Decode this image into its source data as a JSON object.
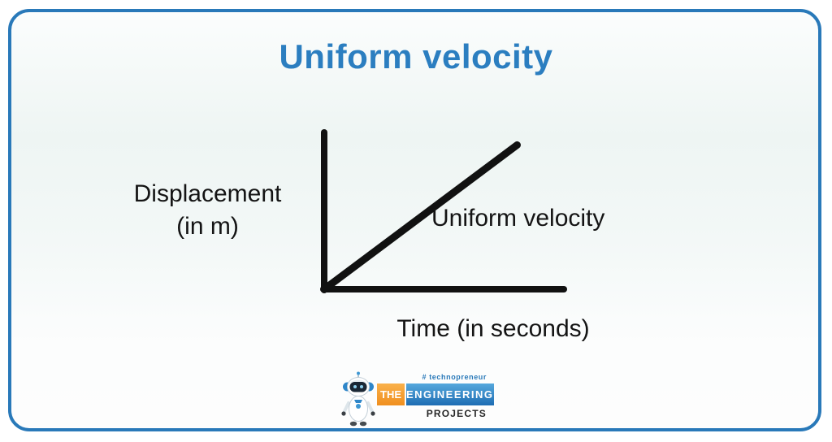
{
  "page": {
    "title": "Uniform velocity"
  },
  "chart_data": {
    "type": "line",
    "title": "Uniform velocity",
    "xlabel": "Time (in seconds)",
    "ylabel": "Displacement (in m)",
    "ylabel_line1": "Displacement",
    "ylabel_line2": "(in m)",
    "axes_unlabeled": true,
    "grid": false,
    "legend_position": "inline-annotation",
    "annotation": "Uniform velocity",
    "relationship": "displacement increases linearly with time (constant slope through origin)",
    "series": [
      {
        "name": "Uniform velocity",
        "x_normalized": [
          0,
          0.805
        ],
        "y_normalized": [
          0,
          0.92
        ]
      }
    ],
    "axis_color": "#111111",
    "line_color": "#111111"
  },
  "logo": {
    "tagline": "# technopreneur",
    "word_the": "THE",
    "word_engineering": "ENGINEERING",
    "word_projects": "PROJECTS",
    "robot_icon": "robot-mascot-icon"
  },
  "colors": {
    "accent_blue": "#2b7ec0",
    "border_blue": "#2979b9",
    "logo_orange": "#f29027",
    "logo_blue_gradient_top": "#55a8dd",
    "logo_blue_gradient_bottom": "#1e6db3",
    "text_black": "#141414"
  }
}
